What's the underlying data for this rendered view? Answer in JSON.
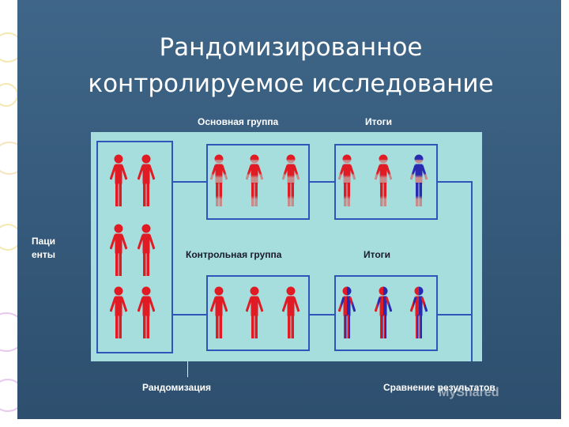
{
  "title": {
    "line1": "Рандомизированное",
    "line2": "контролируемое исследование"
  },
  "labels": {
    "main_group": "Основная группа",
    "results_top": "Итоги",
    "control_group": "Контрольная группа",
    "results_bottom": "Итоги",
    "patients_line1": "Паци",
    "patients_line2": "енты",
    "randomization": "Рандомизация",
    "comparison": "Сравнение результатов"
  },
  "watermark": "MyShared",
  "colors": {
    "background": "#3f6688",
    "panel": "#a6dede",
    "box_border": "#2f55b8",
    "person_red": "#e01b24",
    "person_faded": "#c98a8a",
    "person_blue": "#2a2ab0"
  },
  "icons": [
    "person-icon"
  ],
  "groups": {
    "patients": [
      "red",
      "red",
      "red",
      "red",
      "red",
      "red"
    ],
    "main_group": [
      "red-faded",
      "red-faded",
      "red-faded"
    ],
    "main_results": [
      "red-faded",
      "red-faded",
      "blue-faded"
    ],
    "control_group": [
      "red",
      "red",
      "red"
    ],
    "control_results": [
      "red-blue",
      "red-blue",
      "red-blue"
    ]
  }
}
